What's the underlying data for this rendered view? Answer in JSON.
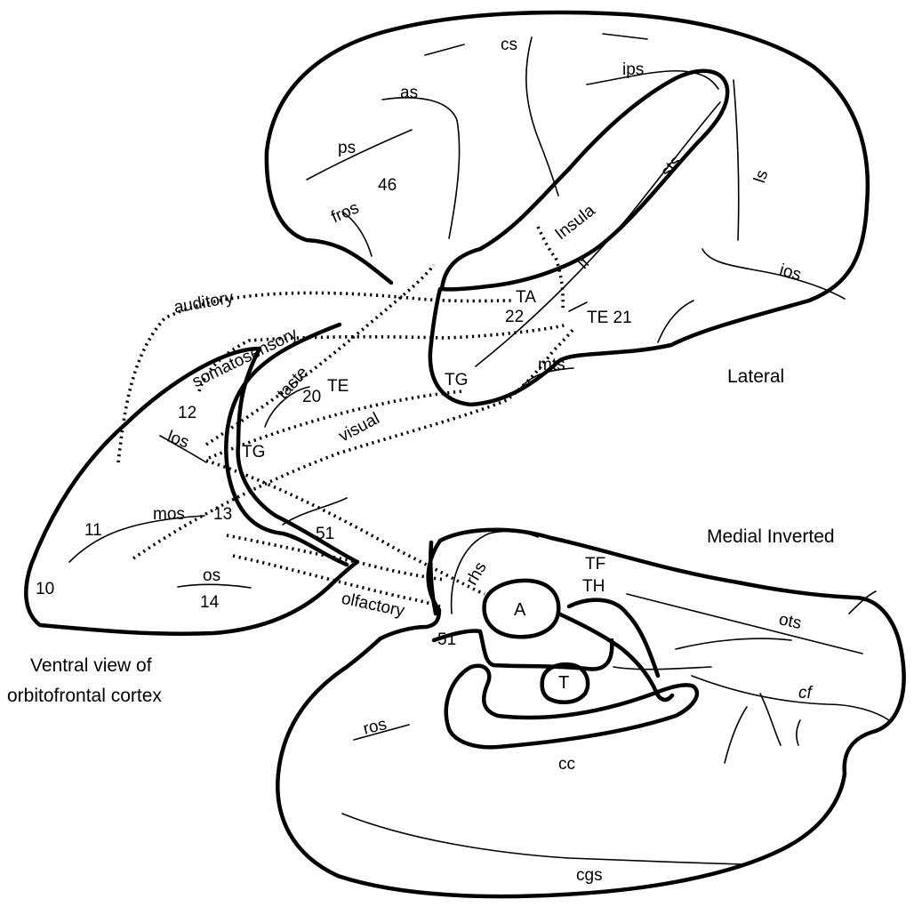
{
  "view_titles": {
    "lateral": "Lateral",
    "medial": "Medial Inverted",
    "ventral_line1": "Ventral view of",
    "ventral_line2": "orbitofrontal cortex"
  },
  "pathways": {
    "auditory": "auditory",
    "somatosensory": "somatosensory",
    "taste": "taste",
    "visual": "visual",
    "olfactory": "olfactory"
  },
  "lateral_labels": {
    "cs": "cs",
    "ips": "ips",
    "as": "as",
    "ps": "ps",
    "area_46": "46",
    "fros": "fros",
    "insula": "Insula",
    "sts": "sts",
    "ls": "ls",
    "lf": "lf",
    "ios": "ios",
    "ta": "TA",
    "area_22": "22",
    "te21": "TE 21",
    "tg": "TG",
    "mts": "mts"
  },
  "ventral_labels": {
    "area_12": "12",
    "te": "TE",
    "area_20": "20",
    "los": "los",
    "tg": "TG",
    "mos": "mos",
    "area_13": "13",
    "area_11": "11",
    "area_51": "51",
    "area_10": "10",
    "os": "os",
    "area_14": "14"
  },
  "medial_labels": {
    "rhs": "rhs",
    "tf": "TF",
    "th": "TH",
    "a": "A",
    "area_51": "51",
    "ots": "ots",
    "cf": "cf",
    "ros": "ros",
    "t": "T",
    "cc": "cc",
    "cgs": "cgs"
  }
}
